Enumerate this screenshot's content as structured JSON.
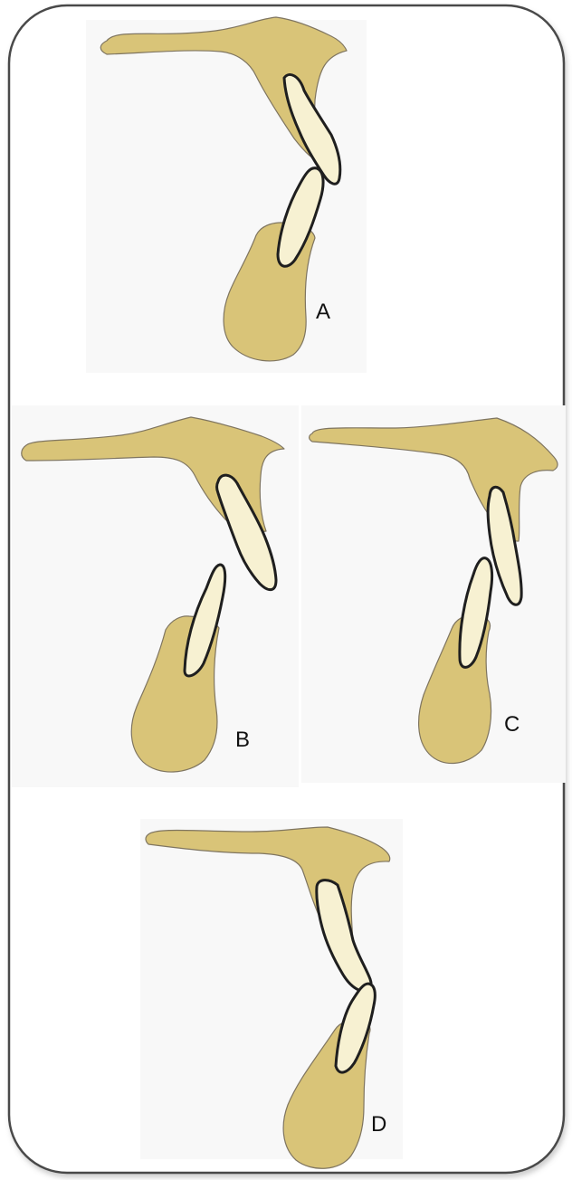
{
  "diagram": {
    "panels": [
      {
        "id": "a",
        "label": "A"
      },
      {
        "id": "b",
        "label": "B"
      },
      {
        "id": "c",
        "label": "C"
      },
      {
        "id": "d",
        "label": "D"
      }
    ]
  }
}
